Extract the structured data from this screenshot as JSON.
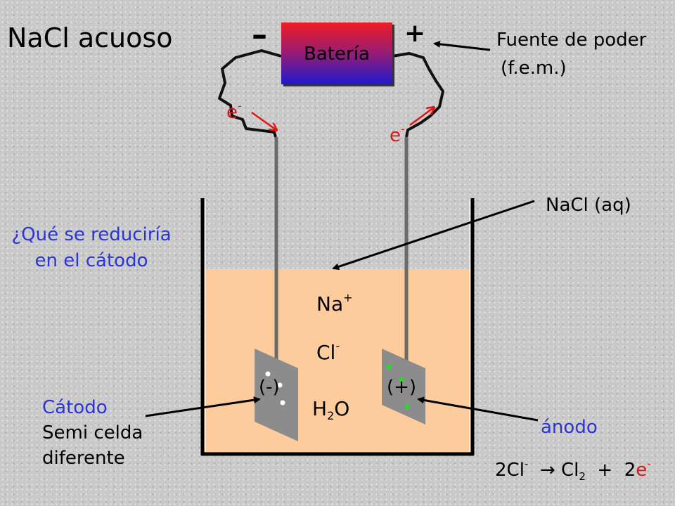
{
  "title": "NaCl acuoso",
  "battery": {
    "label": "Batería",
    "minus": "–",
    "plus": "+"
  },
  "power_source": {
    "line1": "Fuente de poder",
    "line2": "(f.e.m.)"
  },
  "electron_left": {
    "base": "e",
    "sup": "-"
  },
  "electron_right": {
    "base": "e",
    "sup": "-"
  },
  "solution_label": "NaCl (aq)",
  "question": "¿Qué se reduciría en el cátodo",
  "ions": {
    "sodium": {
      "base": "Na",
      "sup": "+"
    },
    "chloride": {
      "base": "Cl",
      "sup": "-"
    },
    "water": {
      "h": "H",
      "sub": "2",
      "o": "O"
    }
  },
  "cathode": {
    "sign": "(-)",
    "line1": "Cátodo",
    "line2": "Semi celda",
    "line3": "diferente"
  },
  "anode": {
    "sign": "(+)",
    "label": "ánodo"
  },
  "reaction": {
    "coef1": "2Cl",
    "sup1": "-",
    "arrow": "→",
    "prod": "Cl",
    "sub2": "2",
    "plus": "+",
    "coef3": "2",
    "e": "e",
    "sup3": "-"
  },
  "colors": {
    "solution": "#fccc9c",
    "electrode": "#8c8c8c",
    "blue_text": "#2a34d8",
    "red_text": "#d41919",
    "bubble_green": "#22dd22",
    "bubble_white": "#ffffff"
  }
}
